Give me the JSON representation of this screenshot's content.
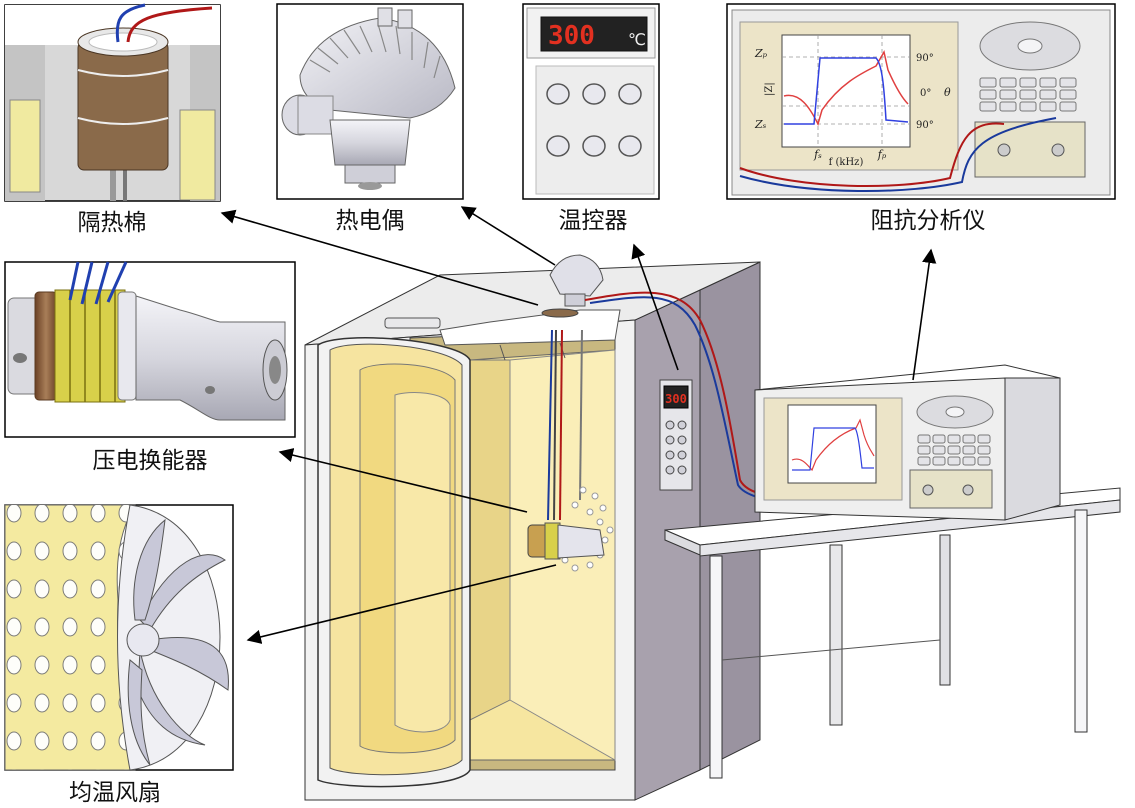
{
  "labels": {
    "insulation": "隔热棉",
    "thermocouple": "热电偶",
    "controller": "温控器",
    "analyzer": "阻抗分析仪",
    "transducer": "压电换能器",
    "fan": "均温风扇"
  },
  "controller_display": {
    "value": "300",
    "unit": "℃"
  },
  "oven_display": {
    "value": "300"
  },
  "plot": {
    "z_top": "Zₚ",
    "z_bottom": "Zₛ",
    "z_axis": "|Z|",
    "x_axis": "f (kHz)",
    "fs": "fₛ",
    "fp": "fₚ",
    "phase_top": "90°",
    "phase_mid": "0°",
    "phase_bottom": "90°",
    "phase_axis": "θ"
  },
  "colors": {
    "oven_interior": "#f6e6a0",
    "oven_body": "#f2f2f2",
    "oven_side": "#a8a1ad",
    "wire_red": "#b01818",
    "wire_blue": "#1a3a9c",
    "impedance_curve": "#e04040",
    "phase_curve": "#3040e0"
  }
}
